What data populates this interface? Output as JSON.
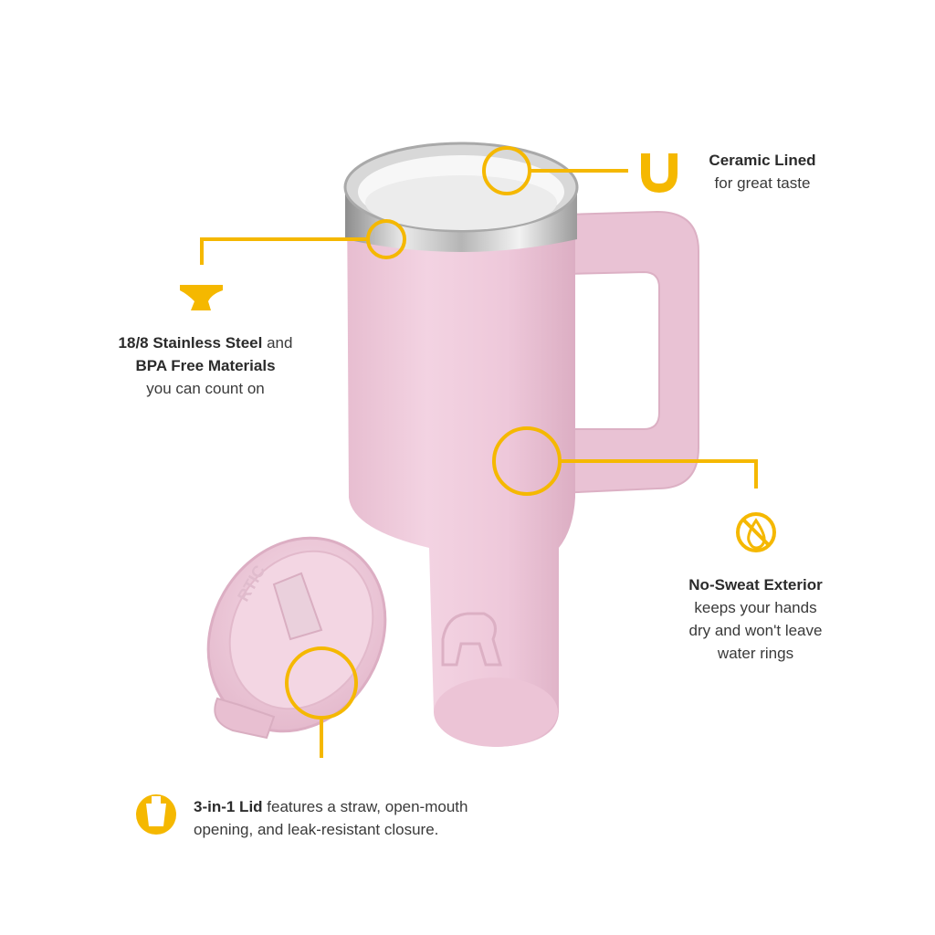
{
  "colors": {
    "accent": "#f5b800",
    "tumbler_pink": "#efcbdc",
    "text": "#333333"
  },
  "product": {
    "brand_mark": "RTIC",
    "icons": [
      "u-shape-icon",
      "anvil-icon",
      "no-sweat-drop-icon",
      "lid-cup-icon"
    ]
  },
  "callouts": {
    "ceramic": {
      "bold": "Ceramic Lined",
      "rest": "for great taste"
    },
    "steel": {
      "bold1": "18/8 Stainless Steel",
      "mid": " and",
      "bold2": "BPA Free Materials",
      "rest": "you can count on"
    },
    "sweat": {
      "bold": "No-Sweat Exterior",
      "line1": "keeps your hands",
      "line2": "dry and won't leave",
      "line3": "water rings"
    },
    "lid": {
      "bold": "3-in-1 Lid",
      "rest1": " features a straw, open-mouth",
      "rest2": "opening, and leak-resistant closure."
    }
  }
}
